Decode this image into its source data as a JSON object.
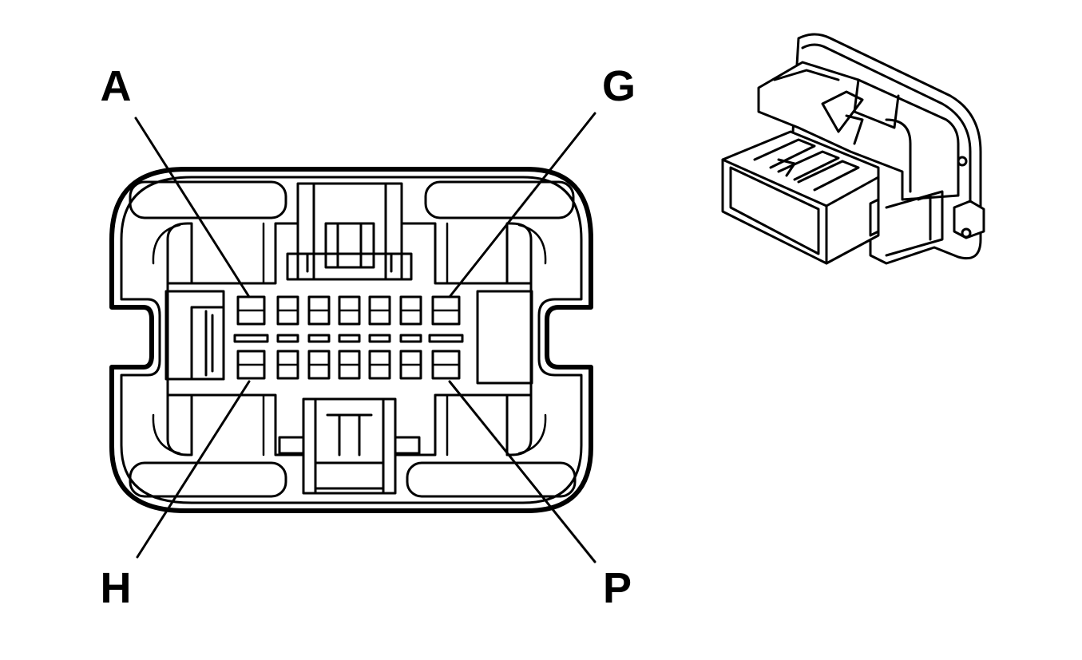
{
  "pin_labels": {
    "top_left": "A",
    "top_right": "G",
    "bottom_left": "H",
    "bottom_right": "P"
  },
  "colors": {
    "line": "#000000",
    "background": "#ffffff"
  }
}
